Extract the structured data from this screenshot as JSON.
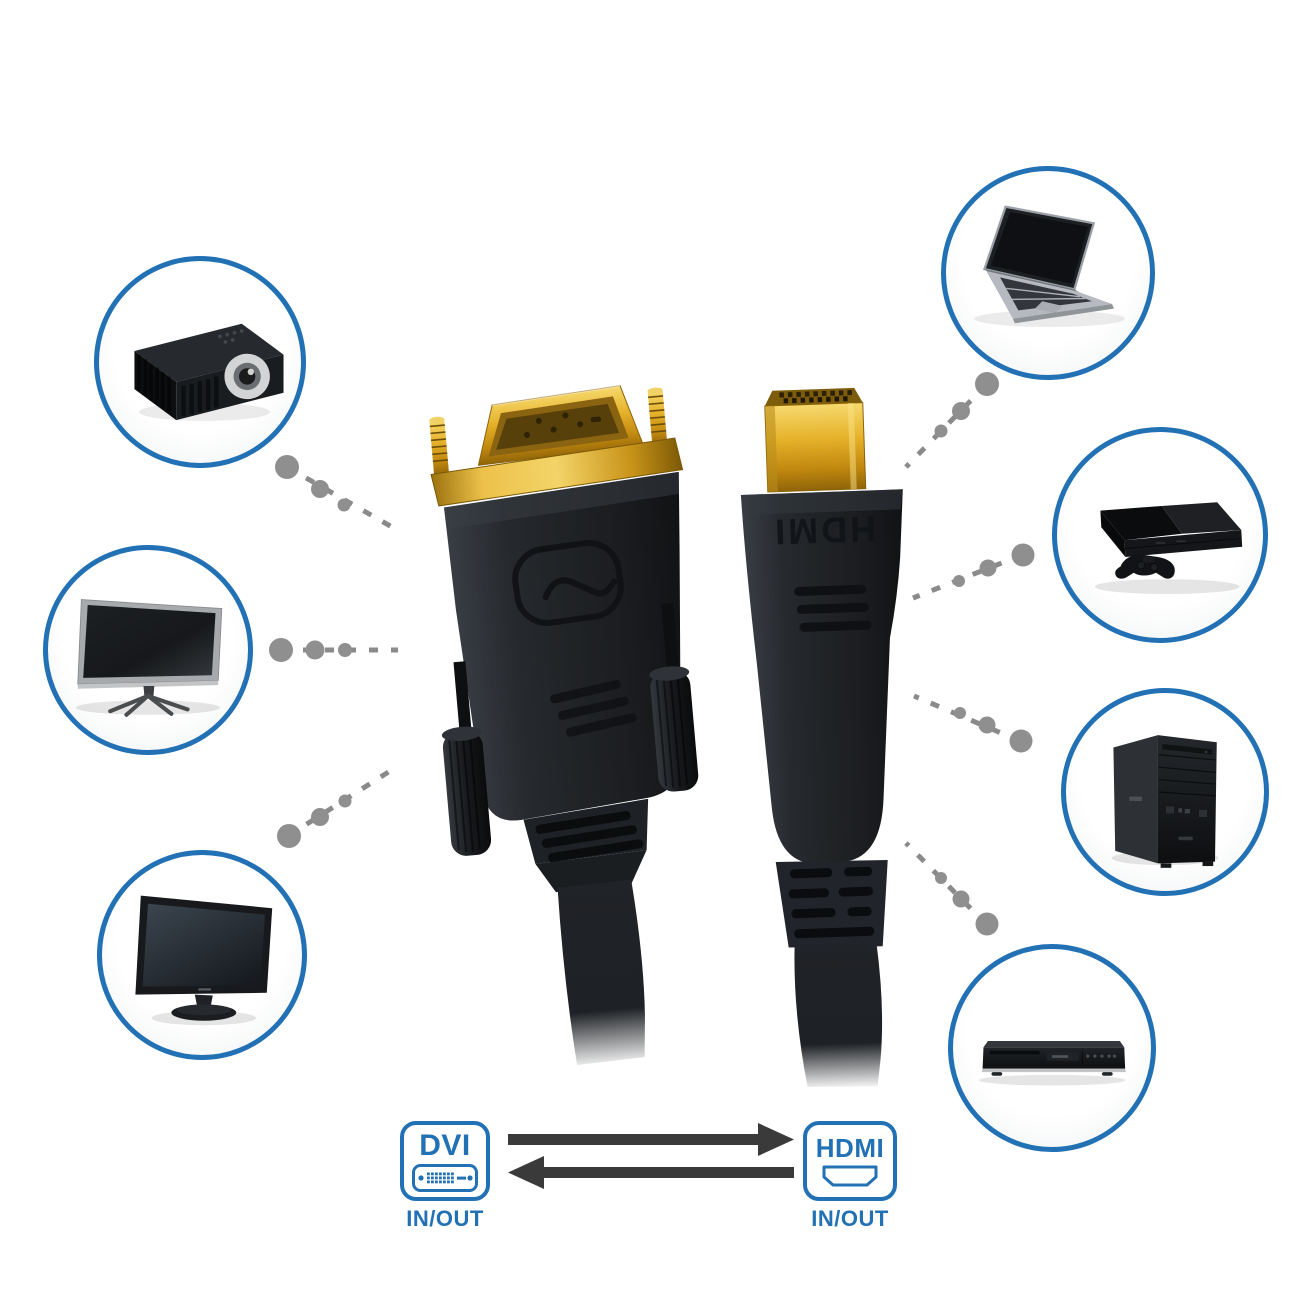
{
  "meta": {
    "description": "DVI to HDMI adapter cable compatibility infographic"
  },
  "colors": {
    "accent_blue": "#2271b5",
    "connector_dot_gray": "#8f8f8f",
    "arrow_dark": "#3a3a3a",
    "gold": "#e6b22a",
    "cable_black": "#212428"
  },
  "device_circles": {
    "left": [
      {
        "id": "projector",
        "icon": "projector-icon"
      },
      {
        "id": "tv",
        "icon": "tv-icon"
      },
      {
        "id": "monitor",
        "icon": "monitor-icon"
      }
    ],
    "right": [
      {
        "id": "laptop",
        "icon": "laptop-icon"
      },
      {
        "id": "game-console",
        "icon": "game-console-icon"
      },
      {
        "id": "desktop-pc",
        "icon": "desktop-pc-icon"
      },
      {
        "id": "dvd-player",
        "icon": "dvd-player-icon"
      }
    ]
  },
  "cable": {
    "left_connector_type": "DVI",
    "right_connector_type": "HDMI",
    "hdmi_embossed_label": "HDMI"
  },
  "diagram": {
    "dvi": {
      "label": "DVI",
      "io_label": "IN/OUT"
    },
    "hdmi": {
      "label": "HDMI",
      "io_label": "IN/OUT"
    }
  }
}
